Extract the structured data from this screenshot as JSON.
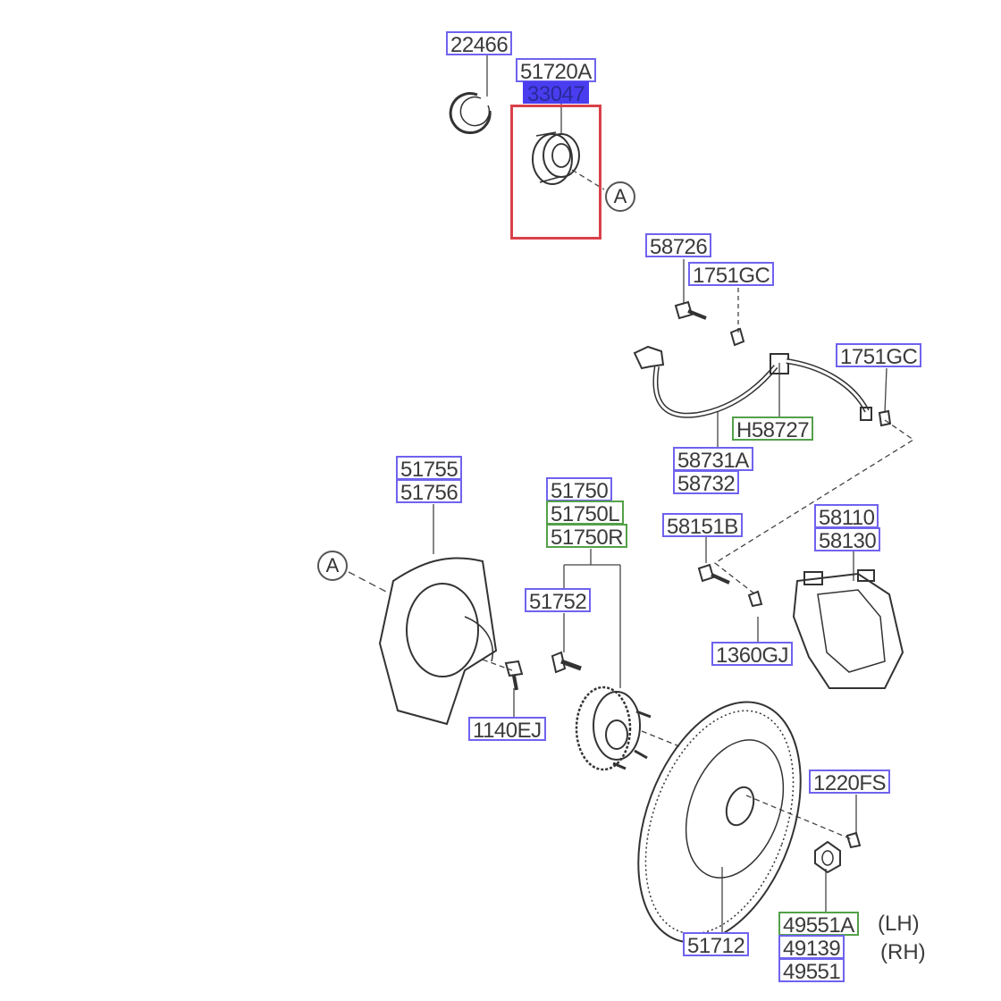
{
  "diagram": {
    "highlight_color": "#d9414a",
    "label_border_blue": "#6f63ee",
    "label_border_green": "#54a04a",
    "selected_color": "#4a3df0",
    "callouts": {
      "a_top": "A",
      "a_left": "A"
    },
    "labels": {
      "p22466": "22466",
      "p51720A": "51720A",
      "p33047": "33047",
      "p58726": "58726",
      "p1751GC_a": "1751GC",
      "p1751GC_b": "1751GC",
      "pH58727": "H58727",
      "p58731A": "58731A",
      "p58732": "58732",
      "p51755": "51755",
      "p51756": "51756",
      "p51750": "51750",
      "p51750L": "51750L",
      "p51750R": "51750R",
      "p58151B": "58151B",
      "p58110": "58110",
      "p58130": "58130",
      "p51752": "51752",
      "p1360GJ": "1360GJ",
      "p1140EJ": "1140EJ",
      "p1220FS": "1220FS",
      "p49551A": "49551A",
      "p49139": "49139",
      "p49551": "49551",
      "p51712": "51712"
    },
    "side_notes": {
      "lh": "(LH)",
      "rh": "(RH)"
    }
  }
}
